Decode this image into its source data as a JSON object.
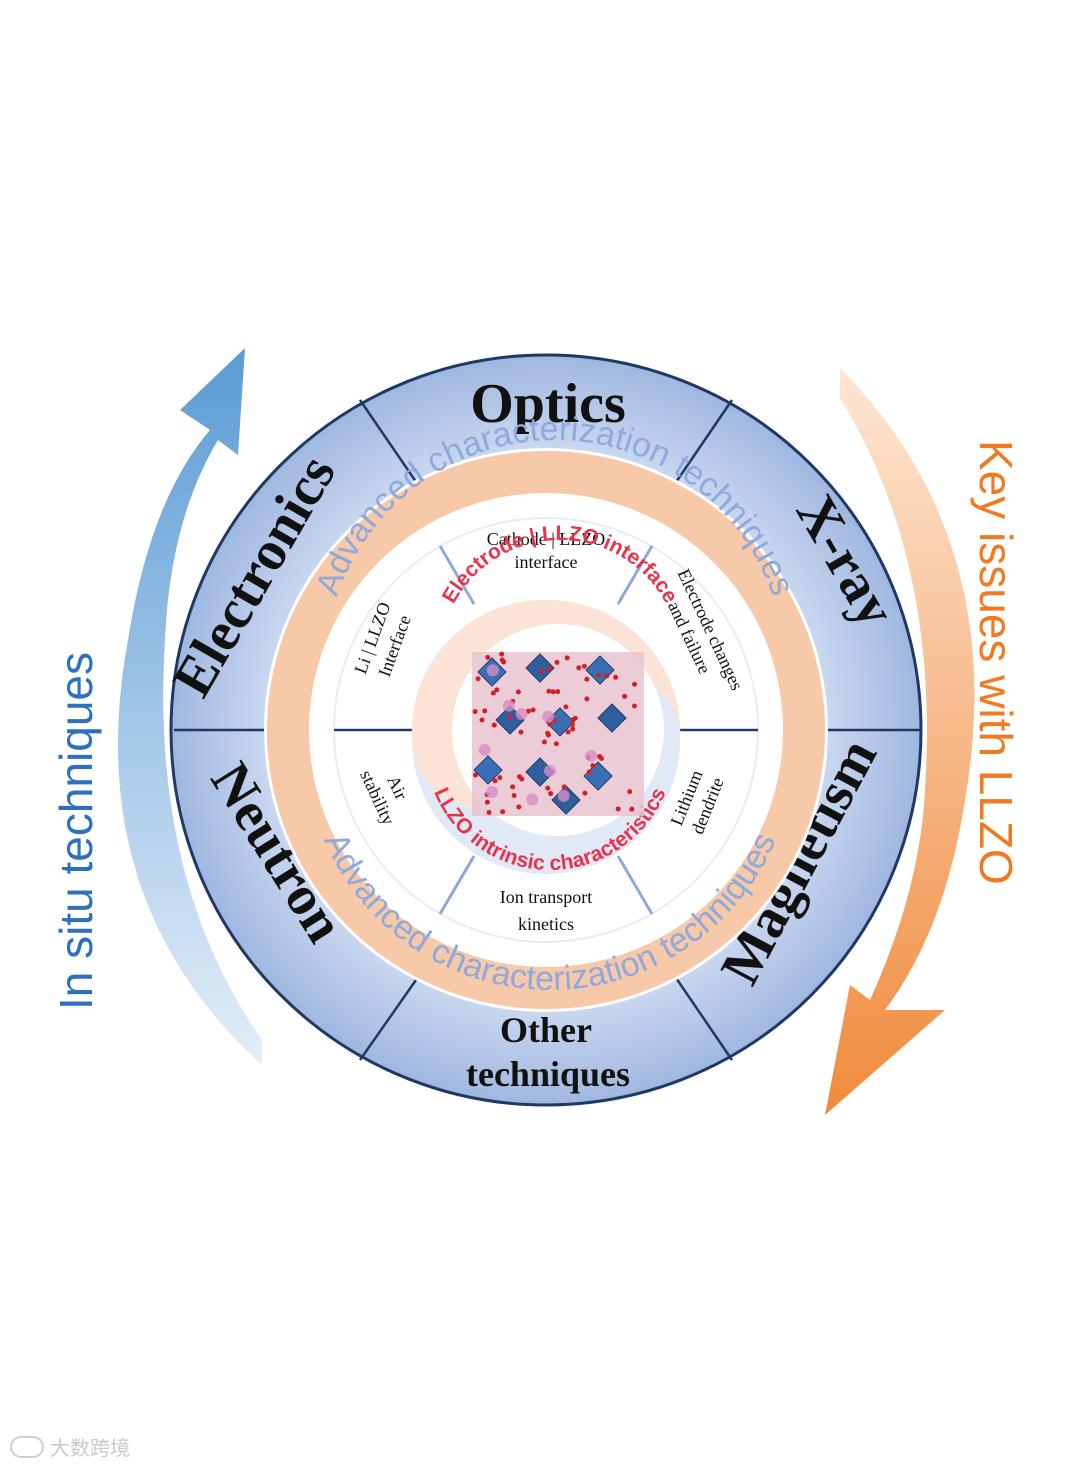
{
  "diagram": {
    "left_arrow_label": "In situ techniques",
    "right_arrow_label": "Key issues with LLZO",
    "outer_ring": {
      "top": "Optics",
      "upper_right": "X-ray",
      "lower_right": "Magnetism",
      "bottom_line1": "Other",
      "bottom_line2": "techniques",
      "lower_left": "Neutron",
      "upper_left": "Electronics"
    },
    "middle_band_text": "Advanced characterization techniques",
    "inner_sectors": {
      "top_line1": "Cathode | LLZO",
      "top_line2": "interface",
      "upper_right_line1": "Electrode changes",
      "upper_right_line2": "and failure",
      "lower_right_line1": "Lithium",
      "lower_right_line2": "dendrite",
      "bottom_line1": "Ion transport",
      "bottom_line2": "kinetics",
      "lower_left_line1": "Air",
      "lower_left_line2": "stability",
      "upper_left_line1": "Li | LLZO",
      "upper_left_line2": "Interface"
    },
    "core_upper_label": "Electrode | LLZO interface",
    "core_lower_label": "LLZO intrinsic characteristics"
  },
  "watermark": "大数跨境",
  "colors": {
    "blue_arrow": "#5b9bd5",
    "orange_arrow": "#f08a3c",
    "outer_ring_fill": "#a9bfe4",
    "ring_stroke": "#1f3864",
    "band_fill": "#f8c9a8",
    "band_text": "#8ea9db",
    "core_red": "#e8334a"
  }
}
